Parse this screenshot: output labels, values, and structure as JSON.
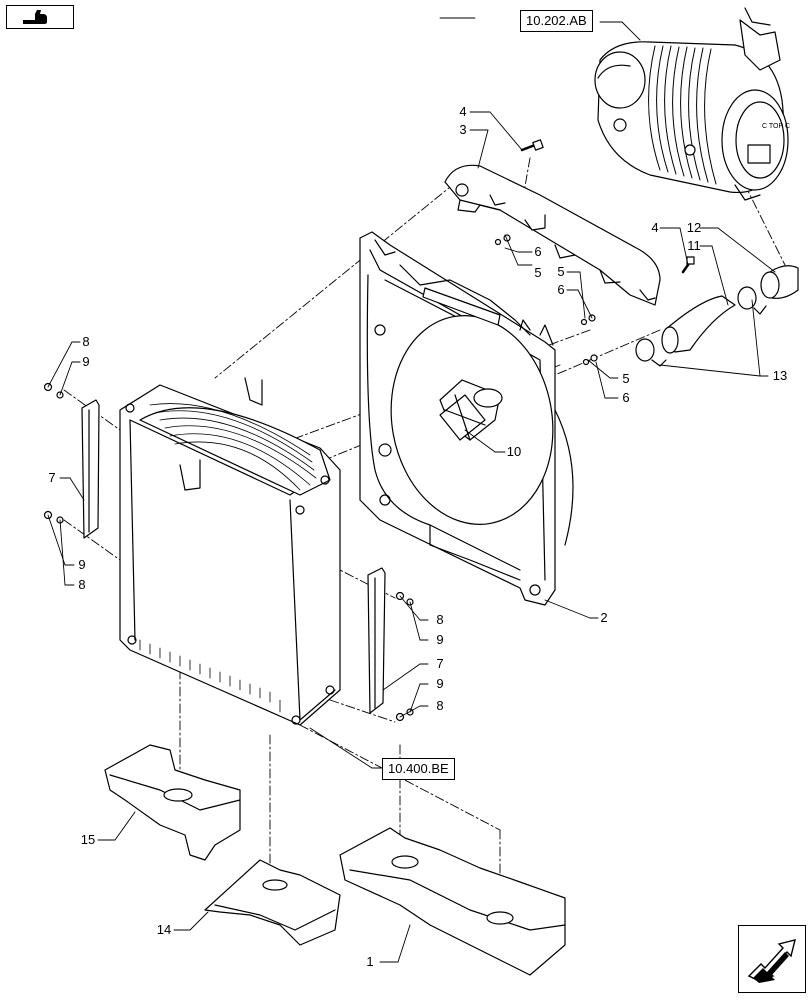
{
  "references": {
    "air_cleaner": "10.202.AB",
    "radiator": "10.400.BE"
  },
  "icons": {
    "top_left": "pointing-hand-icon",
    "bottom_right": "next-page-arrow-icon"
  },
  "callouts": {
    "c1": "1",
    "c2": "2",
    "c3": "3",
    "c4a": "4",
    "c4b": "4",
    "c5a": "5",
    "c5b": "5",
    "c5c": "5",
    "c6a": "6",
    "c6b": "6",
    "c6c": "6",
    "c7a": "7",
    "c7b": "7",
    "c8a": "8",
    "c8b": "8",
    "c8c": "8",
    "c8d": "8",
    "c9a": "9",
    "c9b": "9",
    "c9c": "9",
    "c9d": "9",
    "c10": "10",
    "c11": "11",
    "c12": "12",
    "c13": "13",
    "c14": "14",
    "c15": "15"
  }
}
